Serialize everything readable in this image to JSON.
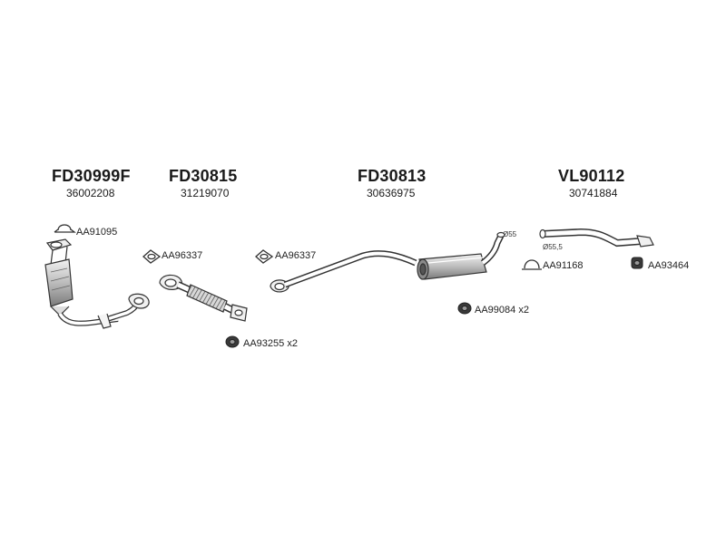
{
  "groups": [
    {
      "code": "FD30999F",
      "ref": "36002208"
    },
    {
      "code": "FD30815",
      "ref": "31219070"
    },
    {
      "code": "FD30813",
      "ref": "30636975"
    },
    {
      "code": "VL90112",
      "ref": "30741884"
    }
  ],
  "labels": {
    "clamp1": "AA91095",
    "gasket1": "AA96337",
    "gasket2": "AA96337",
    "mount1": "AA93255 x2",
    "mount2": "AA99084 x2",
    "clamp2": "AA91168",
    "mount3": "AA93464",
    "dia1": "Ø55",
    "dia2": "Ø55,5"
  },
  "colors": {
    "line": "#333333",
    "fill": "#ffffff",
    "shade": "#bdbdbd",
    "dark": "#555555"
  }
}
